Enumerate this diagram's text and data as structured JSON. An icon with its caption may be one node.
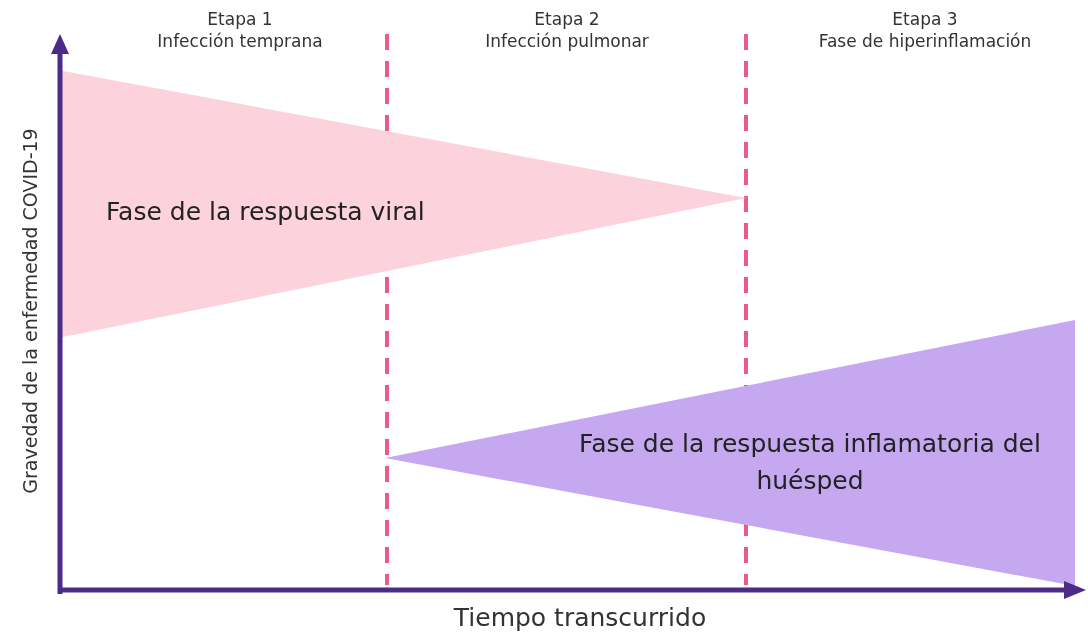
{
  "diagram": {
    "nodes": [
      {
        "text": [
          "Fase de la respuesta viral"
        ]
      },
      {
        "text": [
          "Fase de la respuesta inflamatoria del huésped"
        ]
      }
    ],
    "edges": [],
    "labels": [
      "Etapa 1",
      "Infección temprana",
      "Etapa 2",
      "Infección pulmonar",
      "Etapa 3",
      "Fase de hiperinflamación",
      "Gravedad de la enfermedad COVID-19",
      "Tiempo transcurrido"
    ]
  }
}
